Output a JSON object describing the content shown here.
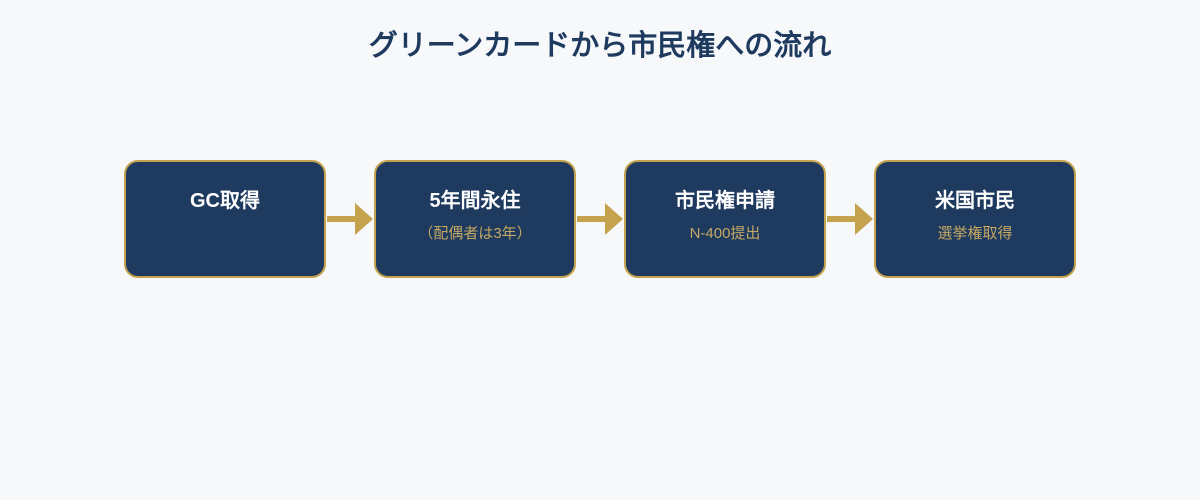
{
  "title": "グリーンカードから市民権への流れ",
  "theme": {
    "background_color": "#F7F8FA",
    "title_color": "#1E3A5F",
    "node_fill_color": "#1E3A5F",
    "node_border_color": "#C5A24E",
    "node_title_color": "#FFFFFF",
    "node_subtitle_color": "#C4A763",
    "arrow_color": "#C5A24E"
  },
  "flow": {
    "steps": [
      {
        "label": "GC取得",
        "sublabel": ""
      },
      {
        "label": "5年間永住",
        "sublabel": "（配偶者は3年）"
      },
      {
        "label": "市民権申請",
        "sublabel": "N-400提出"
      },
      {
        "label": "米国市民",
        "sublabel": "選挙権取得"
      }
    ]
  }
}
